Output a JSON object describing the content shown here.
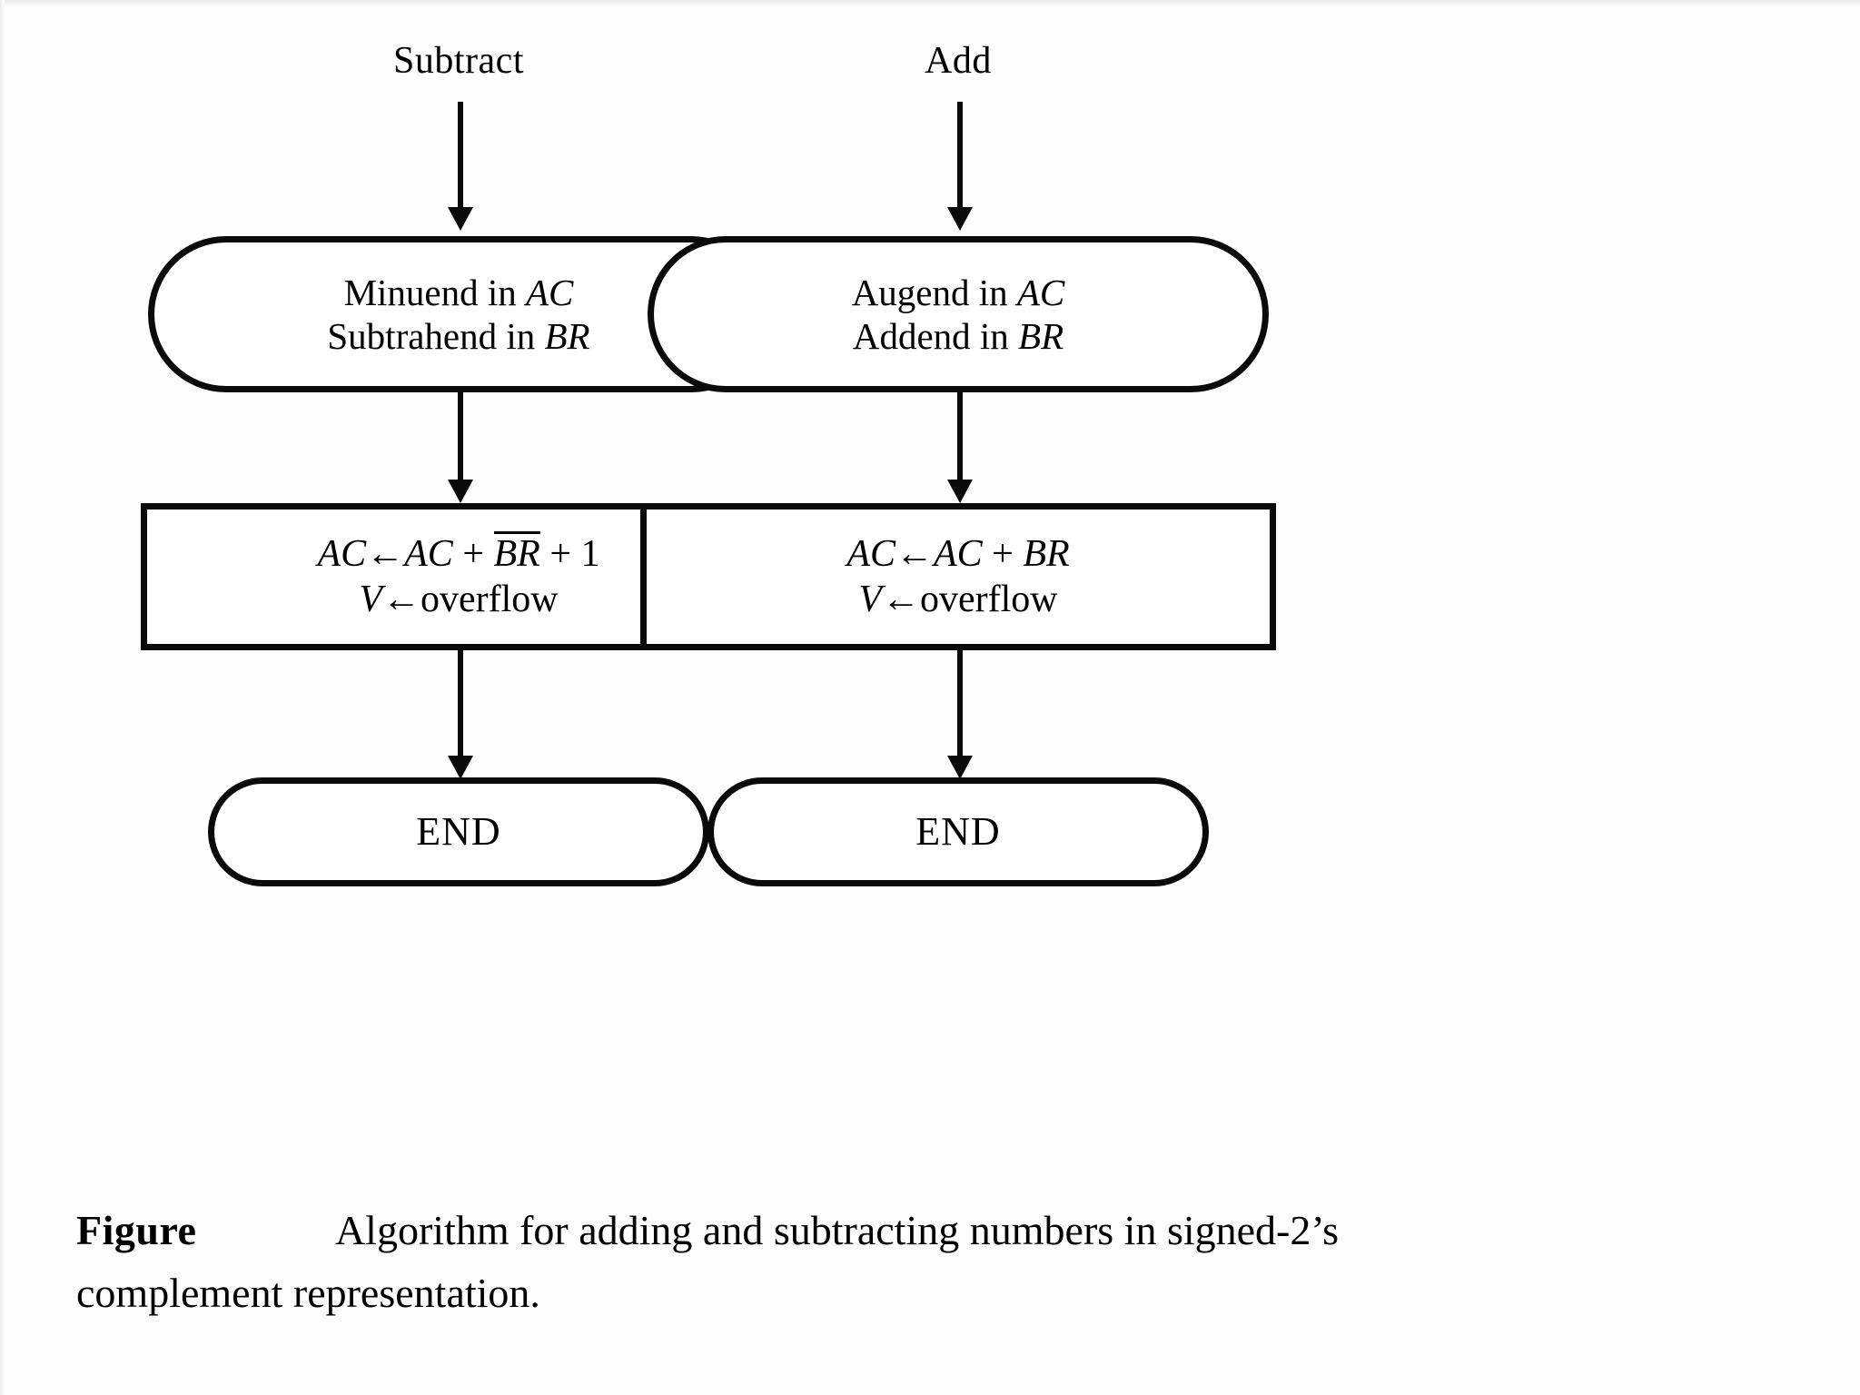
{
  "figure": {
    "type": "flowchart",
    "orientation": "two parallel vertical flows",
    "columns": [
      {
        "id": "subtract",
        "entry_label": "Subtract",
        "nodes": [
          {
            "shape": "stadium",
            "name": "operands",
            "lines": [
              {
                "text_before": "Minuend in ",
                "italic": "AC",
                "text_after": ""
              },
              {
                "text_before": "Subtrahend in ",
                "italic": "BR",
                "text_after": ""
              }
            ]
          },
          {
            "shape": "rectangle",
            "name": "process",
            "lines": [
              {
                "parts": [
                  "AC",
                  "←",
                  "AC",
                  " + ",
                  "BR",
                  " + ",
                  "1"
                ],
                "overline": "BR"
              },
              {
                "parts": [
                  "V",
                  "←",
                  "overflow"
                ]
              }
            ],
            "line1_plain": "AC←AC + BR + 1",
            "line2_plain": "V←overflow"
          },
          {
            "shape": "stadium",
            "name": "end",
            "label": "END"
          }
        ]
      },
      {
        "id": "add",
        "entry_label": "Add",
        "nodes": [
          {
            "shape": "stadium",
            "name": "operands",
            "lines": [
              {
                "text_before": "Augend in ",
                "italic": "AC",
                "text_after": ""
              },
              {
                "text_before": "Addend in ",
                "italic": "BR",
                "text_after": ""
              }
            ]
          },
          {
            "shape": "rectangle",
            "name": "process",
            "lines": [
              {
                "parts": [
                  "AC",
                  "←",
                  "AC",
                  " + ",
                  "BR"
                ]
              },
              {
                "parts": [
                  "V",
                  "←",
                  "overflow"
                ]
              }
            ],
            "line1_plain": "AC←AC + BR",
            "line2_plain": "V←overflow"
          },
          {
            "shape": "stadium",
            "name": "end",
            "label": "END"
          }
        ]
      }
    ]
  },
  "subtract": {
    "entry_label": "Subtract",
    "start_line1_prefix": "Minuend in ",
    "start_line1_var": "AC",
    "start_line2_prefix": "Subtrahend in ",
    "start_line2_var": "BR",
    "proc_l1_a": "AC",
    "proc_l1_arrow": "←",
    "proc_l1_b": "AC",
    "proc_l1_plus1": " + ",
    "proc_l1_bar": "BR",
    "proc_l1_plus2": " + ",
    "proc_l1_one": "1",
    "proc_l2_v": "V",
    "proc_l2_arrow": "←",
    "proc_l2_word": "overflow",
    "end_label": "END"
  },
  "add": {
    "entry_label": "Add",
    "start_line1_prefix": "Augend in ",
    "start_line1_var": "AC",
    "start_line2_prefix": "Addend in ",
    "start_line2_var": "BR",
    "proc_l1_a": "AC",
    "proc_l1_arrow": "←",
    "proc_l1_b": "AC",
    "proc_l1_plus1": " + ",
    "proc_l1_br": "BR",
    "proc_l2_v": "V",
    "proc_l2_arrow": "←",
    "proc_l2_word": "overflow",
    "end_label": "END"
  },
  "caption": {
    "figure_word": "Figure",
    "body_line1": "Algorithm for adding and subtracting numbers in signed-2’s",
    "body_line2": "complement representation.",
    "full_text": "Figure    Algorithm for adding and subtracting numbers in signed-2’s complement representation."
  },
  "colors": {
    "ink": "#0a0a0a",
    "paper": "#fdfdfd",
    "node_fill": "#ffffff"
  }
}
